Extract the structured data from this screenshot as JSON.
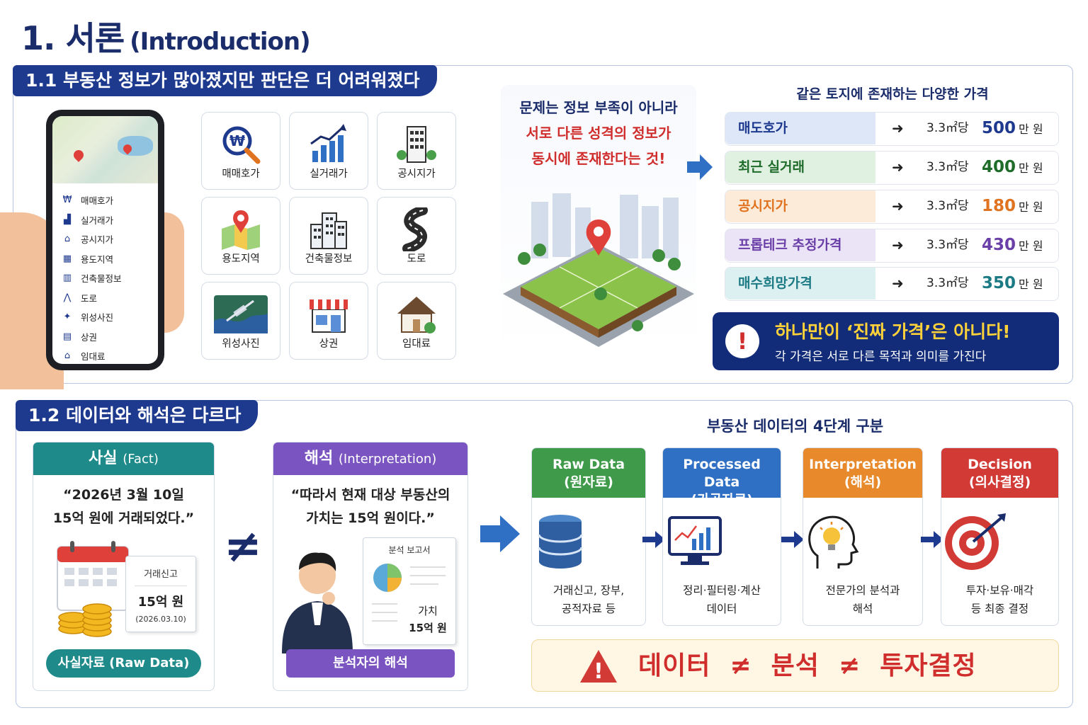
{
  "page": {
    "title": "1. 서론",
    "title_en": "(Introduction)"
  },
  "section1": {
    "tag": "1.1  부동산 정보가 많아졌지만 판단은 더 어려워졌다",
    "phone_items": [
      {
        "label": "매매호가",
        "icon": "won-icon"
      },
      {
        "label": "실거래가",
        "icon": "bar-chart-icon"
      },
      {
        "label": "공시지가",
        "icon": "house-icon"
      },
      {
        "label": "용도지역",
        "icon": "map-icon"
      },
      {
        "label": "건축물정보",
        "icon": "building-icon"
      },
      {
        "label": "도로",
        "icon": "road-icon"
      },
      {
        "label": "위성사진",
        "icon": "satellite-icon"
      },
      {
        "label": "상권",
        "icon": "shop-icon"
      },
      {
        "label": "임대료",
        "icon": "rent-house-icon"
      }
    ],
    "tiles": [
      {
        "label": "매매호가",
        "icon": "won-search-icon"
      },
      {
        "label": "실거래가",
        "icon": "growth-chart-icon"
      },
      {
        "label": "공시지가",
        "icon": "office-building-icon"
      },
      {
        "label": "용도지역",
        "icon": "map-pin-icon"
      },
      {
        "label": "건축물정보",
        "icon": "buildings-icon"
      },
      {
        "label": "도로",
        "icon": "road-icon"
      },
      {
        "label": "위성사진",
        "icon": "satellite-image-icon"
      },
      {
        "label": "상권",
        "icon": "storefront-icon"
      },
      {
        "label": "임대료",
        "icon": "rental-house-icon"
      }
    ],
    "problem": {
      "line1": "문제는 정보 부족이 아니라",
      "line2": "서로 다른 성격의 정보가",
      "line3": "동시에 존재한다는 것!"
    },
    "prices_title": "같은 토지에 존재하는 다양한 가격",
    "prices": [
      {
        "label": "매도호가",
        "unit": "3.3㎡당",
        "value": "500",
        "suffix": "만 원",
        "color": "#1e3a8f",
        "bg": "#dde7f8"
      },
      {
        "label": "최근 실거래",
        "unit": "3.3㎡당",
        "value": "400",
        "suffix": "만 원",
        "color": "#1f6b2a",
        "bg": "#e1f1e1"
      },
      {
        "label": "공시지가",
        "unit": "3.3㎡당",
        "value": "180",
        "suffix": "만 원",
        "color": "#e0731f",
        "bg": "#fdebd9"
      },
      {
        "label": "프롭테크 추정가격",
        "unit": "3.3㎡당",
        "value": "430",
        "suffix": "만 원",
        "color": "#6a3fa8",
        "bg": "#ebe3f6"
      },
      {
        "label": "매수희망가격",
        "unit": "3.3㎡당",
        "value": "350",
        "suffix": "만 원",
        "color": "#1c7a84",
        "bg": "#dcf0f2"
      }
    ],
    "arrow_glyph": "➜",
    "warning": {
      "icon": "!",
      "line1": "하나만이 ‘진짜 가격’은 아니다!",
      "line2": "각 가격은 서로 다른 목적과 의미를 가진다"
    }
  },
  "section2": {
    "tag": "1.2  데이터와 해석은 다르다",
    "fact": {
      "title": "사실",
      "title_en": "(Fact)",
      "quote1": "“2026년 3월 10일",
      "quote2": "15억 원에 거래되었다.”",
      "doc_title": "거래신고",
      "doc_amount": "15억 원",
      "doc_date": "(2026.03.10)",
      "pill": "사실자료 (Raw Data)",
      "color": "#1f8a8a"
    },
    "neq": "≠",
    "interp": {
      "title": "해석",
      "title_en": "(Interpretation)",
      "quote1": "“따라서 현재 대상 부동산의",
      "quote2": "가치는 15억 원이다.”",
      "report_title": "분석 보고서",
      "report_label": "가치",
      "report_amount": "15억 원",
      "pill": "분석자의 해석",
      "color": "#7a54c0"
    },
    "stages_title": "부동산 데이터의 4단계 구분",
    "stages": [
      {
        "t1": "Raw Data",
        "t2": "(원자료)",
        "d1": "거래신고, 장부,",
        "d2": "공적자료 등",
        "color": "#3f9a4a",
        "icon": "database-icon"
      },
      {
        "t1": "Processed Data",
        "t2": "(가공자료)",
        "d1": "정리·필터링·계산",
        "d2": "데이터",
        "color": "#2f6fc4",
        "icon": "monitor-chart-icon"
      },
      {
        "t1": "Interpretation",
        "t2": "(해석)",
        "d1": "전문가의 분석과",
        "d2": "해석",
        "color": "#e8892b",
        "icon": "head-lightbulb-icon"
      },
      {
        "t1": "Decision",
        "t2": "(의사결정)",
        "d1": "투자·보유·매각",
        "d2": "등 최종 결정",
        "color": "#d23a36",
        "icon": "target-icon"
      }
    ],
    "final": {
      "text": "데이터  ≠  분석  ≠  투자결정",
      "icon": "!"
    }
  }
}
